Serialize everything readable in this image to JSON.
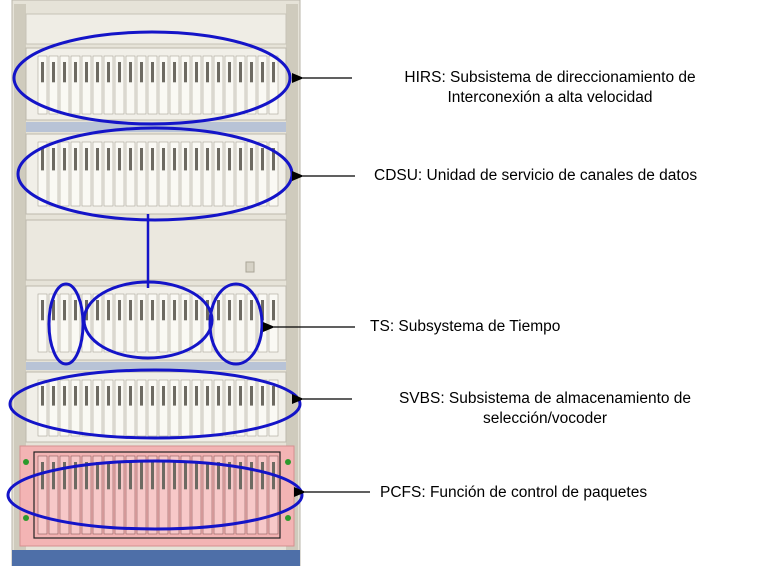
{
  "labels": {
    "hirs": {
      "abbr": "HIRS",
      "line1": ": Subsistema de direccionamiento de",
      "line2": "Interconexión a alta velocidad"
    },
    "cdsu": {
      "abbr": "CDSU",
      "line1": ": Unidad de servicio de canales de datos"
    },
    "ts": {
      "abbr": "TS",
      "line1": ": Subsystema de Tiempo"
    },
    "svbs": {
      "abbr": "SVBS",
      "line1": ": Subsistema de almacenamiento de",
      "line2": "selección/vocoder"
    },
    "pcfs": {
      "abbr": "PCFS",
      "line1": ": Función de control de paquetes"
    }
  },
  "colors": {
    "highlight": "#1414c8",
    "rack": "#e4e1d6",
    "pcfs_panel": "#f3b4b4",
    "arrow": "#000000"
  },
  "icons": [
    "arrow-left-icon",
    "rack-icon"
  ]
}
